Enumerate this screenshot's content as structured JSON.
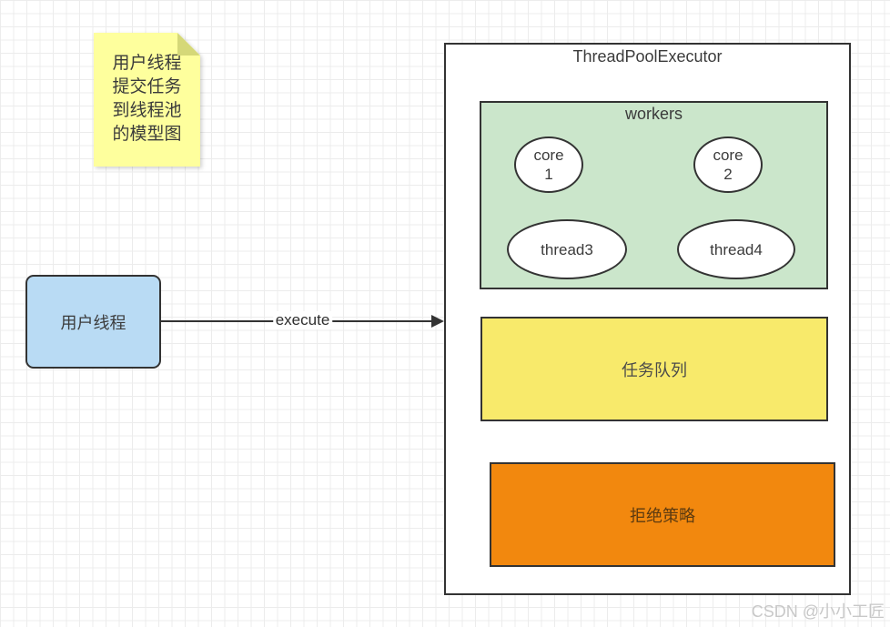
{
  "note": {
    "text": "用户线程\n提交任务\n到线程池\n的模型图",
    "fill": "#feff9d",
    "fold_fill": "#d5d878"
  },
  "user_thread": {
    "label": "用户线程",
    "fill": "#b9dbf4"
  },
  "arrow": {
    "label": "execute",
    "color": "#333333"
  },
  "executor": {
    "title": "ThreadPoolExecutor",
    "border_color": "#333333"
  },
  "workers": {
    "title": "workers",
    "fill": "#cbe6cb",
    "nodes": [
      {
        "label": "core\n1"
      },
      {
        "label": "core\n2"
      },
      {
        "label": "thread3"
      },
      {
        "label": "thread4"
      }
    ]
  },
  "task_queue": {
    "label": "任务队列",
    "fill": "#f8ea6b"
  },
  "reject_policy": {
    "label": "拒绝策略",
    "fill": "#f2880e"
  },
  "watermark": {
    "text": "CSDN @小小工匠",
    "color": "#c8c8c8"
  }
}
